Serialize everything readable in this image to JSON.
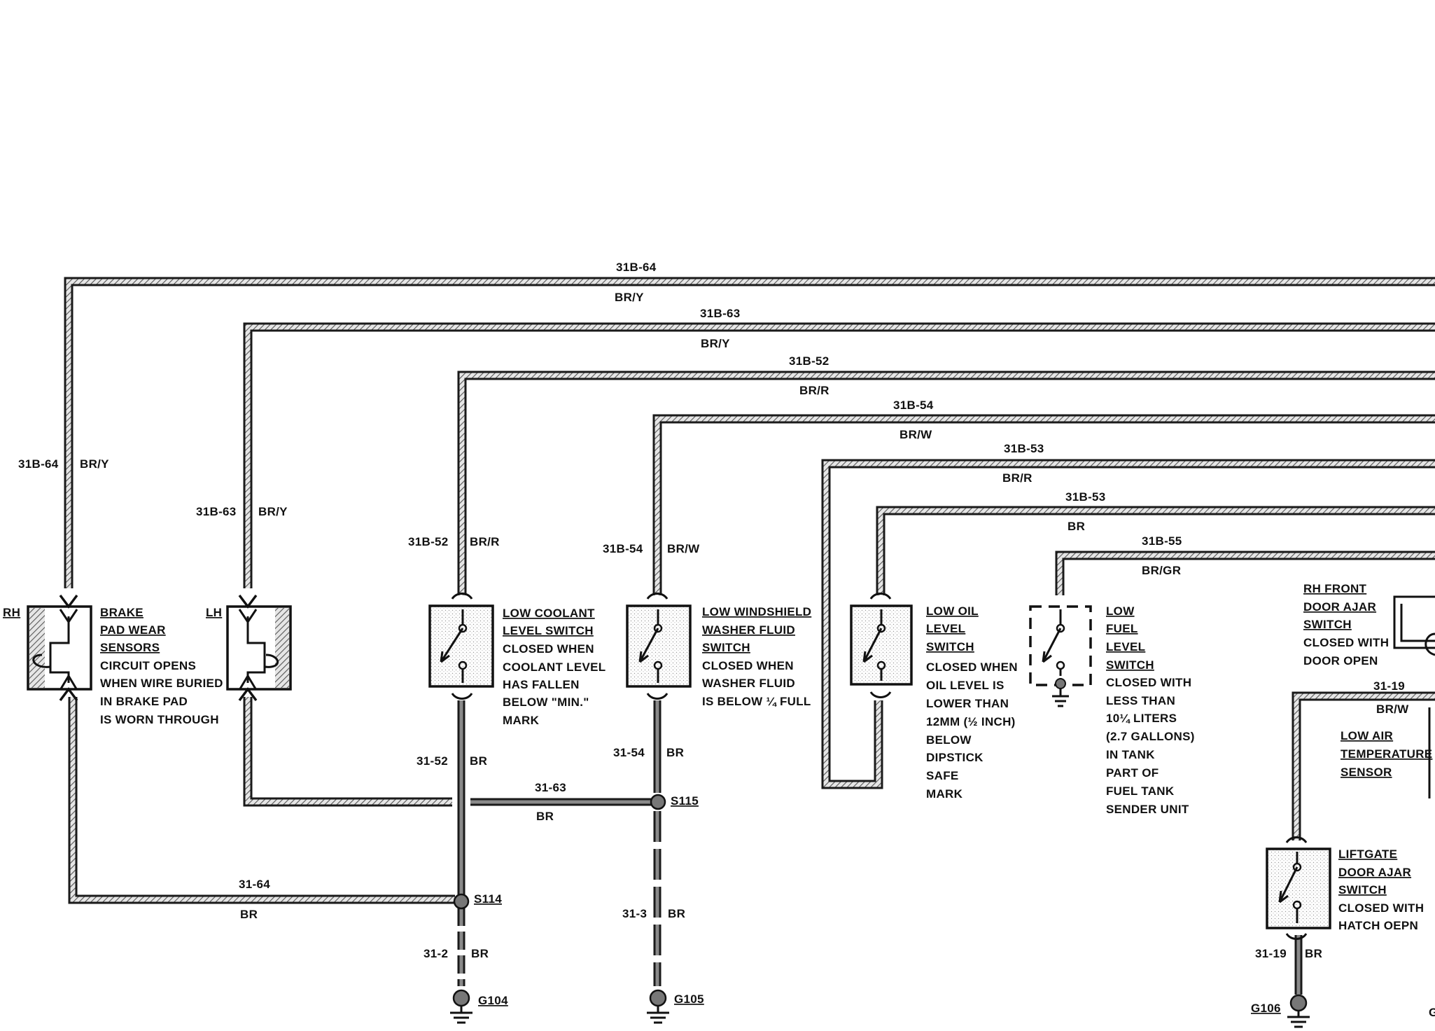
{
  "wires": {
    "w31b64": {
      "circuit": "31B-64",
      "color": "BR/Y"
    },
    "w31b63": {
      "circuit": "31B-63",
      "color": "BR/Y"
    },
    "w31b52": {
      "circuit": "31B-52",
      "color": "BR/R"
    },
    "w31b54": {
      "circuit": "31B-54",
      "color": "BR/W"
    },
    "w31b53a": {
      "circuit": "31B-53",
      "color": "BR/R"
    },
    "w31b53b": {
      "circuit": "31B-53",
      "color": "BR"
    },
    "w31b55": {
      "circuit": "31B-55",
      "color": "BR/GR"
    },
    "w3119top": {
      "circuit": "31-19",
      "color": "BR/W"
    },
    "w3152": {
      "circuit": "31-52",
      "color": "BR"
    },
    "w3154": {
      "circuit": "31-54",
      "color": "BR"
    },
    "w3163": {
      "circuit": "31-63",
      "color": "BR"
    },
    "w3164": {
      "circuit": "31-64",
      "color": "BR"
    },
    "w312": {
      "circuit": "31-2",
      "color": "BR"
    },
    "w313": {
      "circuit": "31-3",
      "color": "BR"
    },
    "w3119bot": {
      "circuit": "31-19",
      "color": "BR"
    }
  },
  "splices": {
    "s114": "S114",
    "s115": "S115"
  },
  "grounds": {
    "g104": "G104",
    "g105": "G105",
    "g106": "G106"
  },
  "brake": {
    "rh": "RH",
    "lh": "LH",
    "lines": [
      "BRAKE",
      "PAD WEAR",
      "SENSORS",
      "CIRCUIT OPENS",
      "WHEN WIRE BURIED",
      "IN BRAKE PAD",
      "IS WORN THROUGH"
    ]
  },
  "coolant": {
    "lines": [
      "LOW COOLANT",
      "LEVEL SWITCH",
      "CLOSED WHEN",
      "COOLANT LEVEL",
      "HAS FALLEN",
      "BELOW \"MIN.\"",
      "MARK"
    ]
  },
  "washer": {
    "lines": [
      "LOW WINDSHIELD",
      "WASHER FLUID",
      "SWITCH",
      "CLOSED WHEN",
      "WASHER FLUID",
      "IS BELOW ¼ FULL"
    ]
  },
  "oil": {
    "lines": [
      "LOW OIL",
      "LEVEL",
      "SWITCH",
      "CLOSED WHEN",
      "OIL LEVEL IS",
      "LOWER THAN",
      "12MM (½ INCH)",
      "BELOW",
      "DIPSTICK",
      "SAFE",
      "MARK"
    ]
  },
  "fuel": {
    "lines": [
      "LOW",
      "FUEL",
      "LEVEL",
      "SWITCH",
      "CLOSED WITH",
      "LESS THAN",
      "10¼ LITERS",
      "(2.7 GALLONS)",
      "IN TANK",
      "PART OF",
      "FUEL TANK",
      "SENDER UNIT"
    ]
  },
  "rhdoor": {
    "lines": [
      "RH FRONT",
      "DOOR AJAR",
      "SWITCH",
      "CLOSED WITH",
      "DOOR OPEN"
    ]
  },
  "airtemp": {
    "lines": [
      "LOW AIR",
      "TEMPERATURE",
      "SENSOR"
    ]
  },
  "liftgate": {
    "lines": [
      "LIFTGATE",
      "DOOR AJAR",
      "SWITCH",
      "CLOSED WITH",
      "HATCH OEPN"
    ]
  },
  "edge_mark": "G"
}
